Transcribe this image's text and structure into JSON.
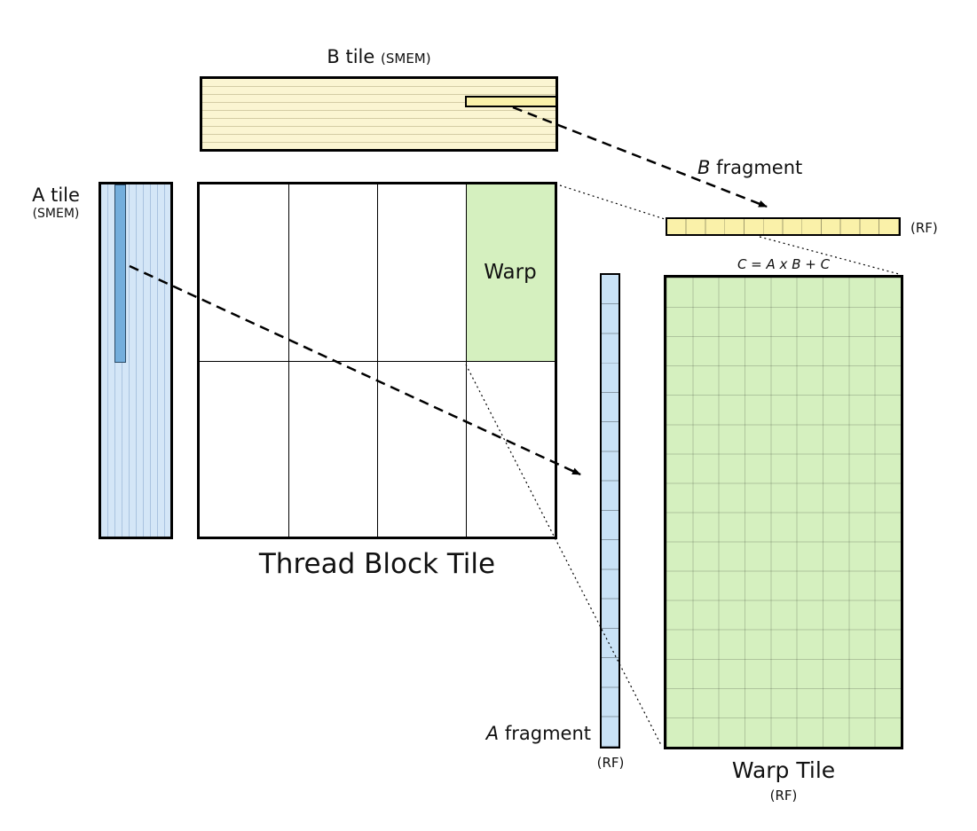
{
  "colors": {
    "yellow_fill": "#FBF5D2",
    "yellow_strip": "#FAF1A9",
    "blue_fill": "#D4E6F7",
    "blue_strip": "#74AEDC",
    "blue_fragment": "#C9E2F6",
    "green_fill": "#D5F0BF",
    "line": "#000000"
  },
  "b_tile": {
    "title": "B tile",
    "mem": "(SMEM)"
  },
  "a_tile": {
    "title": "A tile",
    "mem": "(SMEM)"
  },
  "thread_block": {
    "title": "Thread Block Tile",
    "warp": "Warp"
  },
  "b_fragment": {
    "var": "B",
    "word": " fragment",
    "rf": "(RF)"
  },
  "a_fragment": {
    "var": "A",
    "word": " fragment",
    "rf": "(RF)"
  },
  "warp_tile": {
    "title": "Warp Tile",
    "rf": "(RF)",
    "equation": "C = A x B + C"
  }
}
